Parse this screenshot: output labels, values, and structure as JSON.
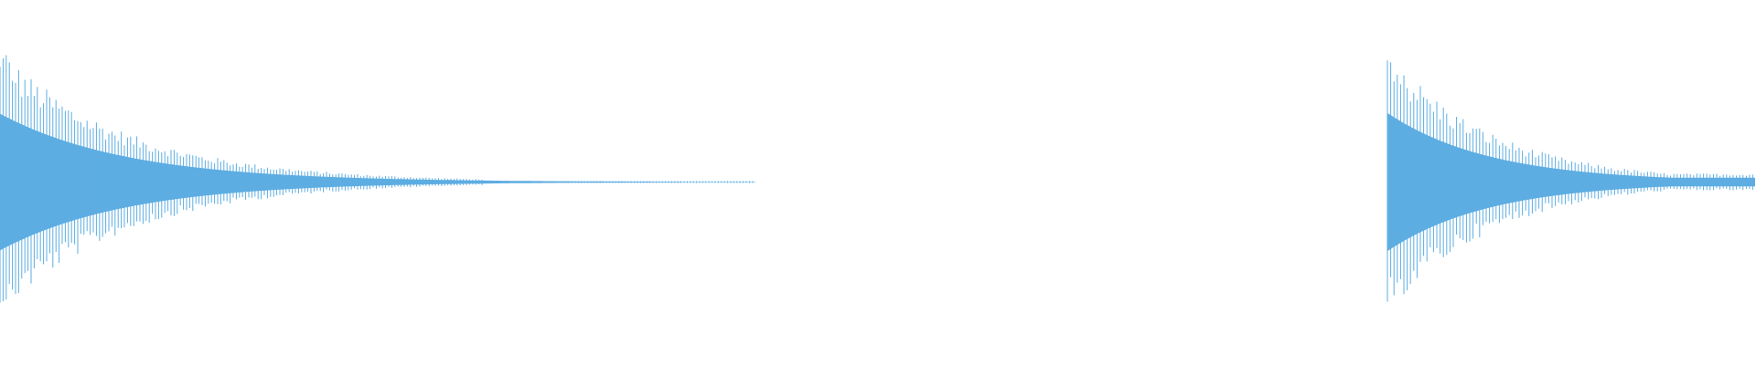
{
  "waveform": {
    "color": "#5dade2",
    "background": "#ffffff",
    "clips": [
      {
        "name": "clip-1",
        "start_fraction": 0.0,
        "end_fraction": 0.43,
        "decay_rate": 0.0072,
        "peak_level": 0.94,
        "min_level": 0.0,
        "cycle_width": 3.4,
        "fade_to_dots": true
      },
      {
        "name": "clip-2",
        "start_fraction": 0.79,
        "end_fraction": 1.0,
        "decay_rate": 0.0089,
        "peak_level": 0.95,
        "min_level": 0.06,
        "cycle_width": 3.6,
        "fade_to_dots": false
      }
    ]
  }
}
